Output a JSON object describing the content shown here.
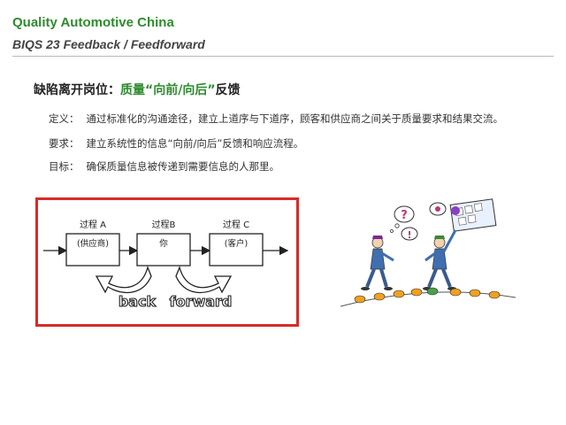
{
  "header": {
    "brand": "Quality Automotive China",
    "subtitle": "BIQS 23 Feedback / Feedforward"
  },
  "section": {
    "title_prefix": "缺陷离开岗位：",
    "title_highlight": "质量“向前/向后”",
    "title_suffix": "反馈"
  },
  "definitions": [
    {
      "label": "定义：",
      "text": "通过标准化的沟通途径，建立上道序与下道序，顾客和供应商之间关于质量要求和结果交流。"
    },
    {
      "label": "要求：",
      "text": "建立系统性的信息“向前/向后”反馈和响应流程。"
    },
    {
      "label": "目标：",
      "text": "确保质量信息被传递到需要信息的人那里。"
    }
  ],
  "diagram": {
    "processes": [
      {
        "title": "过程 A",
        "body": "(供应商)"
      },
      {
        "title": "过程B",
        "body": "你"
      },
      {
        "title": "过程 C",
        "body": "(客户)"
      }
    ],
    "back_label": "back",
    "forward_label": "forward",
    "accent_color": "#d72a2a"
  },
  "colors": {
    "brand_green": "#2e8b2e",
    "frame_red": "#d72a2a"
  }
}
